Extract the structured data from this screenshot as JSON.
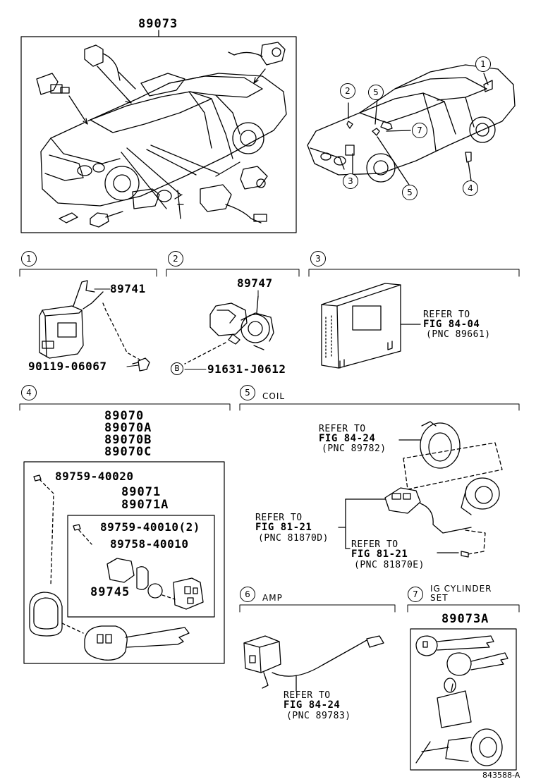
{
  "top": {
    "title_pn": "89073",
    "callouts": [
      "1",
      "2",
      "5",
      "7",
      "3",
      "5",
      "4"
    ]
  },
  "sec1": {
    "num": "1",
    "pn_module": "89741",
    "pn_bolt": "90119-06067"
  },
  "sec2": {
    "num": "2",
    "pn_part": "89747",
    "clip_letter": "B",
    "pn_clip": "91631-J0612"
  },
  "sec3": {
    "num": "3",
    "ref_line1": "REFER TO",
    "ref_line2": "FIG 84-04",
    "ref_line3": "(PNC 89661)"
  },
  "sec4": {
    "num": "4",
    "pn_main": [
      "89070",
      "89070A",
      "89070B",
      "89070C"
    ],
    "pn_outer_a": "89759-40020",
    "pn_sub": [
      "89071",
      "89071A"
    ],
    "pn_inner_a": "89759-40010(2)",
    "pn_inner_b": "89758-40010",
    "pn_inner_c": "89745"
  },
  "sec5": {
    "num": "5",
    "title": "COIL",
    "refA": [
      "REFER TO",
      "FIG 84-24",
      "(PNC 89782)"
    ],
    "refB": [
      "REFER TO",
      "FIG 81-21",
      "(PNC 81870D)"
    ],
    "refC": [
      "REFER TO",
      "FIG 81-21",
      "(PNC 81870E)"
    ]
  },
  "sec6": {
    "num": "6",
    "title": "AMP",
    "ref": [
      "REFER TO",
      "FIG 84-24",
      "(PNC 89783)"
    ]
  },
  "sec7": {
    "num": "7",
    "title_line1": "IG CYLINDER",
    "title_line2": "SET",
    "pn": "89073A"
  },
  "footer_code": "843588-A"
}
